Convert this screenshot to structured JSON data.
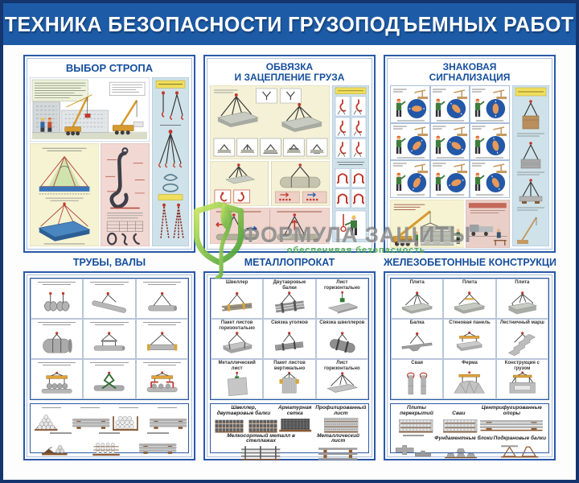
{
  "poster": {
    "title": "ТЕХНИКА БЕЗОПАСНОСТИ ГРУЗОПОДЪЕМНЫХ РАБОТ"
  },
  "watermark": {
    "brand": "ФОРМУЛА ЗАЩИТЫ",
    "tagline": "обеспечивая безопасность"
  },
  "colors": {
    "frame_navy": "#14356e",
    "banner_blue": "#1d5ba7",
    "panel_border_blue": "#2959a8",
    "title_blue": "#164f9e",
    "accent_red": "#c0392b",
    "light_blue_bg": "#cfe2e9",
    "light_yellow_bg": "#f6f3d2",
    "pink_bg": "#efd5cd",
    "crane_yellow": "#d79a2e",
    "watermark_green": "#48a842"
  },
  "panels": [
    {
      "id": "vybor-stropa",
      "title": "ВЫБОР СТРОПА"
    },
    {
      "id": "obvyazka-zaceplenie",
      "title_line1": "ОБВЯЗКА",
      "title_line2": "И ЗАЦЕПЛЕНИЕ ГРУЗА"
    },
    {
      "id": "znakovaya-signalizaciya",
      "title_line1": "ЗНАКОВАЯ",
      "title_line2": "СИГНАЛИЗАЦИЯ"
    },
    {
      "id": "truby-valy",
      "title": "ТРУБЫ, ВАЛЫ"
    },
    {
      "id": "metalloprokat",
      "title": "МЕТАЛЛОПРОКАТ"
    },
    {
      "id": "zhelezobetonnye-konstrukcii",
      "title": "ЖЕЛЕЗОБЕТОННЫЕ КОНСТРУКЦИИ"
    }
  ],
  "truby_cells": [
    {
      "icon": "discs",
      "caption": ""
    },
    {
      "icon": "pipe-incline",
      "caption": ""
    },
    {
      "icon": "pipe-2leg",
      "caption": ""
    },
    {
      "icon": "pipe-wrap",
      "caption": ""
    },
    {
      "icon": "shaft-spreader",
      "caption": ""
    },
    {
      "icon": "pipe-caps",
      "caption": ""
    },
    {
      "icon": "traverse-bundle",
      "caption": ""
    },
    {
      "icon": "scissor-clamp",
      "caption": ""
    },
    {
      "icon": "traverse-clamps",
      "caption": ""
    }
  ],
  "metal_cells": [
    {
      "icon": "beam-2leg",
      "caption": "Швеллер"
    },
    {
      "icon": "beams-bundle",
      "caption": "Двутавровые балки"
    },
    {
      "icon": "sheet-clamp",
      "caption": "Лист горизонтально"
    },
    {
      "icon": "sheets-pack",
      "caption": "Пакет листов горизонтально"
    },
    {
      "icon": "angles-bundle",
      "caption": "Связка уголков"
    },
    {
      "icon": "channels-roll",
      "caption": "Связка швеллеров"
    },
    {
      "icon": "sheet-vert",
      "caption": "Металлический лист"
    },
    {
      "icon": "sheets-vert-pack",
      "caption": "Пакет листов вертикально"
    },
    {
      "icon": "sheet-4leg",
      "caption": "Лист горизонтально"
    }
  ],
  "zhb_cells": [
    {
      "icon": "slab-4leg",
      "caption": "Плита"
    },
    {
      "icon": "slab-sling",
      "caption": "Плита"
    },
    {
      "icon": "slab-thick",
      "caption": "Плита"
    },
    {
      "icon": "beam-c",
      "caption": "Балка"
    },
    {
      "icon": "wall-panel",
      "caption": "Стеновая панель"
    },
    {
      "icon": "stairs",
      "caption": "Лестничный марш"
    },
    {
      "icon": "piles",
      "caption": "Свая"
    },
    {
      "icon": "truss",
      "caption": "Ферма"
    },
    {
      "icon": "frame-load",
      "caption": "Конструкция с грузом"
    }
  ],
  "truby_storage_row1": [
    {
      "icon": "st-pipes-tri",
      "caption": ""
    },
    {
      "icon": "st-pipes-long",
      "caption": ""
    },
    {
      "icon": "st-pipes-grid",
      "caption": ""
    },
    {
      "icon": "st-pipes-long",
      "caption": ""
    }
  ],
  "truby_storage_row2": [
    {
      "icon": "st-wedge",
      "caption": ""
    },
    {
      "icon": "st-circ-grid",
      "caption": ""
    },
    {
      "icon": "st-pipes-long",
      "caption": ""
    }
  ],
  "metal_storage_row1": [
    {
      "icon": "st-beams",
      "caption": "Швеллер, двутавровые балки",
      "wide": true
    },
    {
      "icon": "st-mesh",
      "caption": "Арматурная сетка"
    },
    {
      "icon": "st-prof",
      "caption": "Профилированный лист"
    }
  ],
  "metal_storage_row2": [
    {
      "icon": "st-rack",
      "caption": "Мелкосортный металл в стеллажах"
    },
    {
      "icon": "st-sheet",
      "caption": "Металлический лист"
    }
  ],
  "zhb_storage_row1": [
    {
      "icon": "st-slabs",
      "caption": "Плиты перекрытий"
    },
    {
      "icon": "st-slabs",
      "caption": "Сваи"
    },
    {
      "icon": "st-poles",
      "caption": "Центрифугированные опоры",
      "wide": true
    }
  ],
  "zhb_storage_row2": [
    {
      "icon": "st-tblocks",
      "caption": ""
    },
    {
      "icon": "st-pyr",
      "caption": "Фундаментные блоки"
    },
    {
      "icon": "st-trap",
      "caption": "Подкрановые балки"
    }
  ]
}
